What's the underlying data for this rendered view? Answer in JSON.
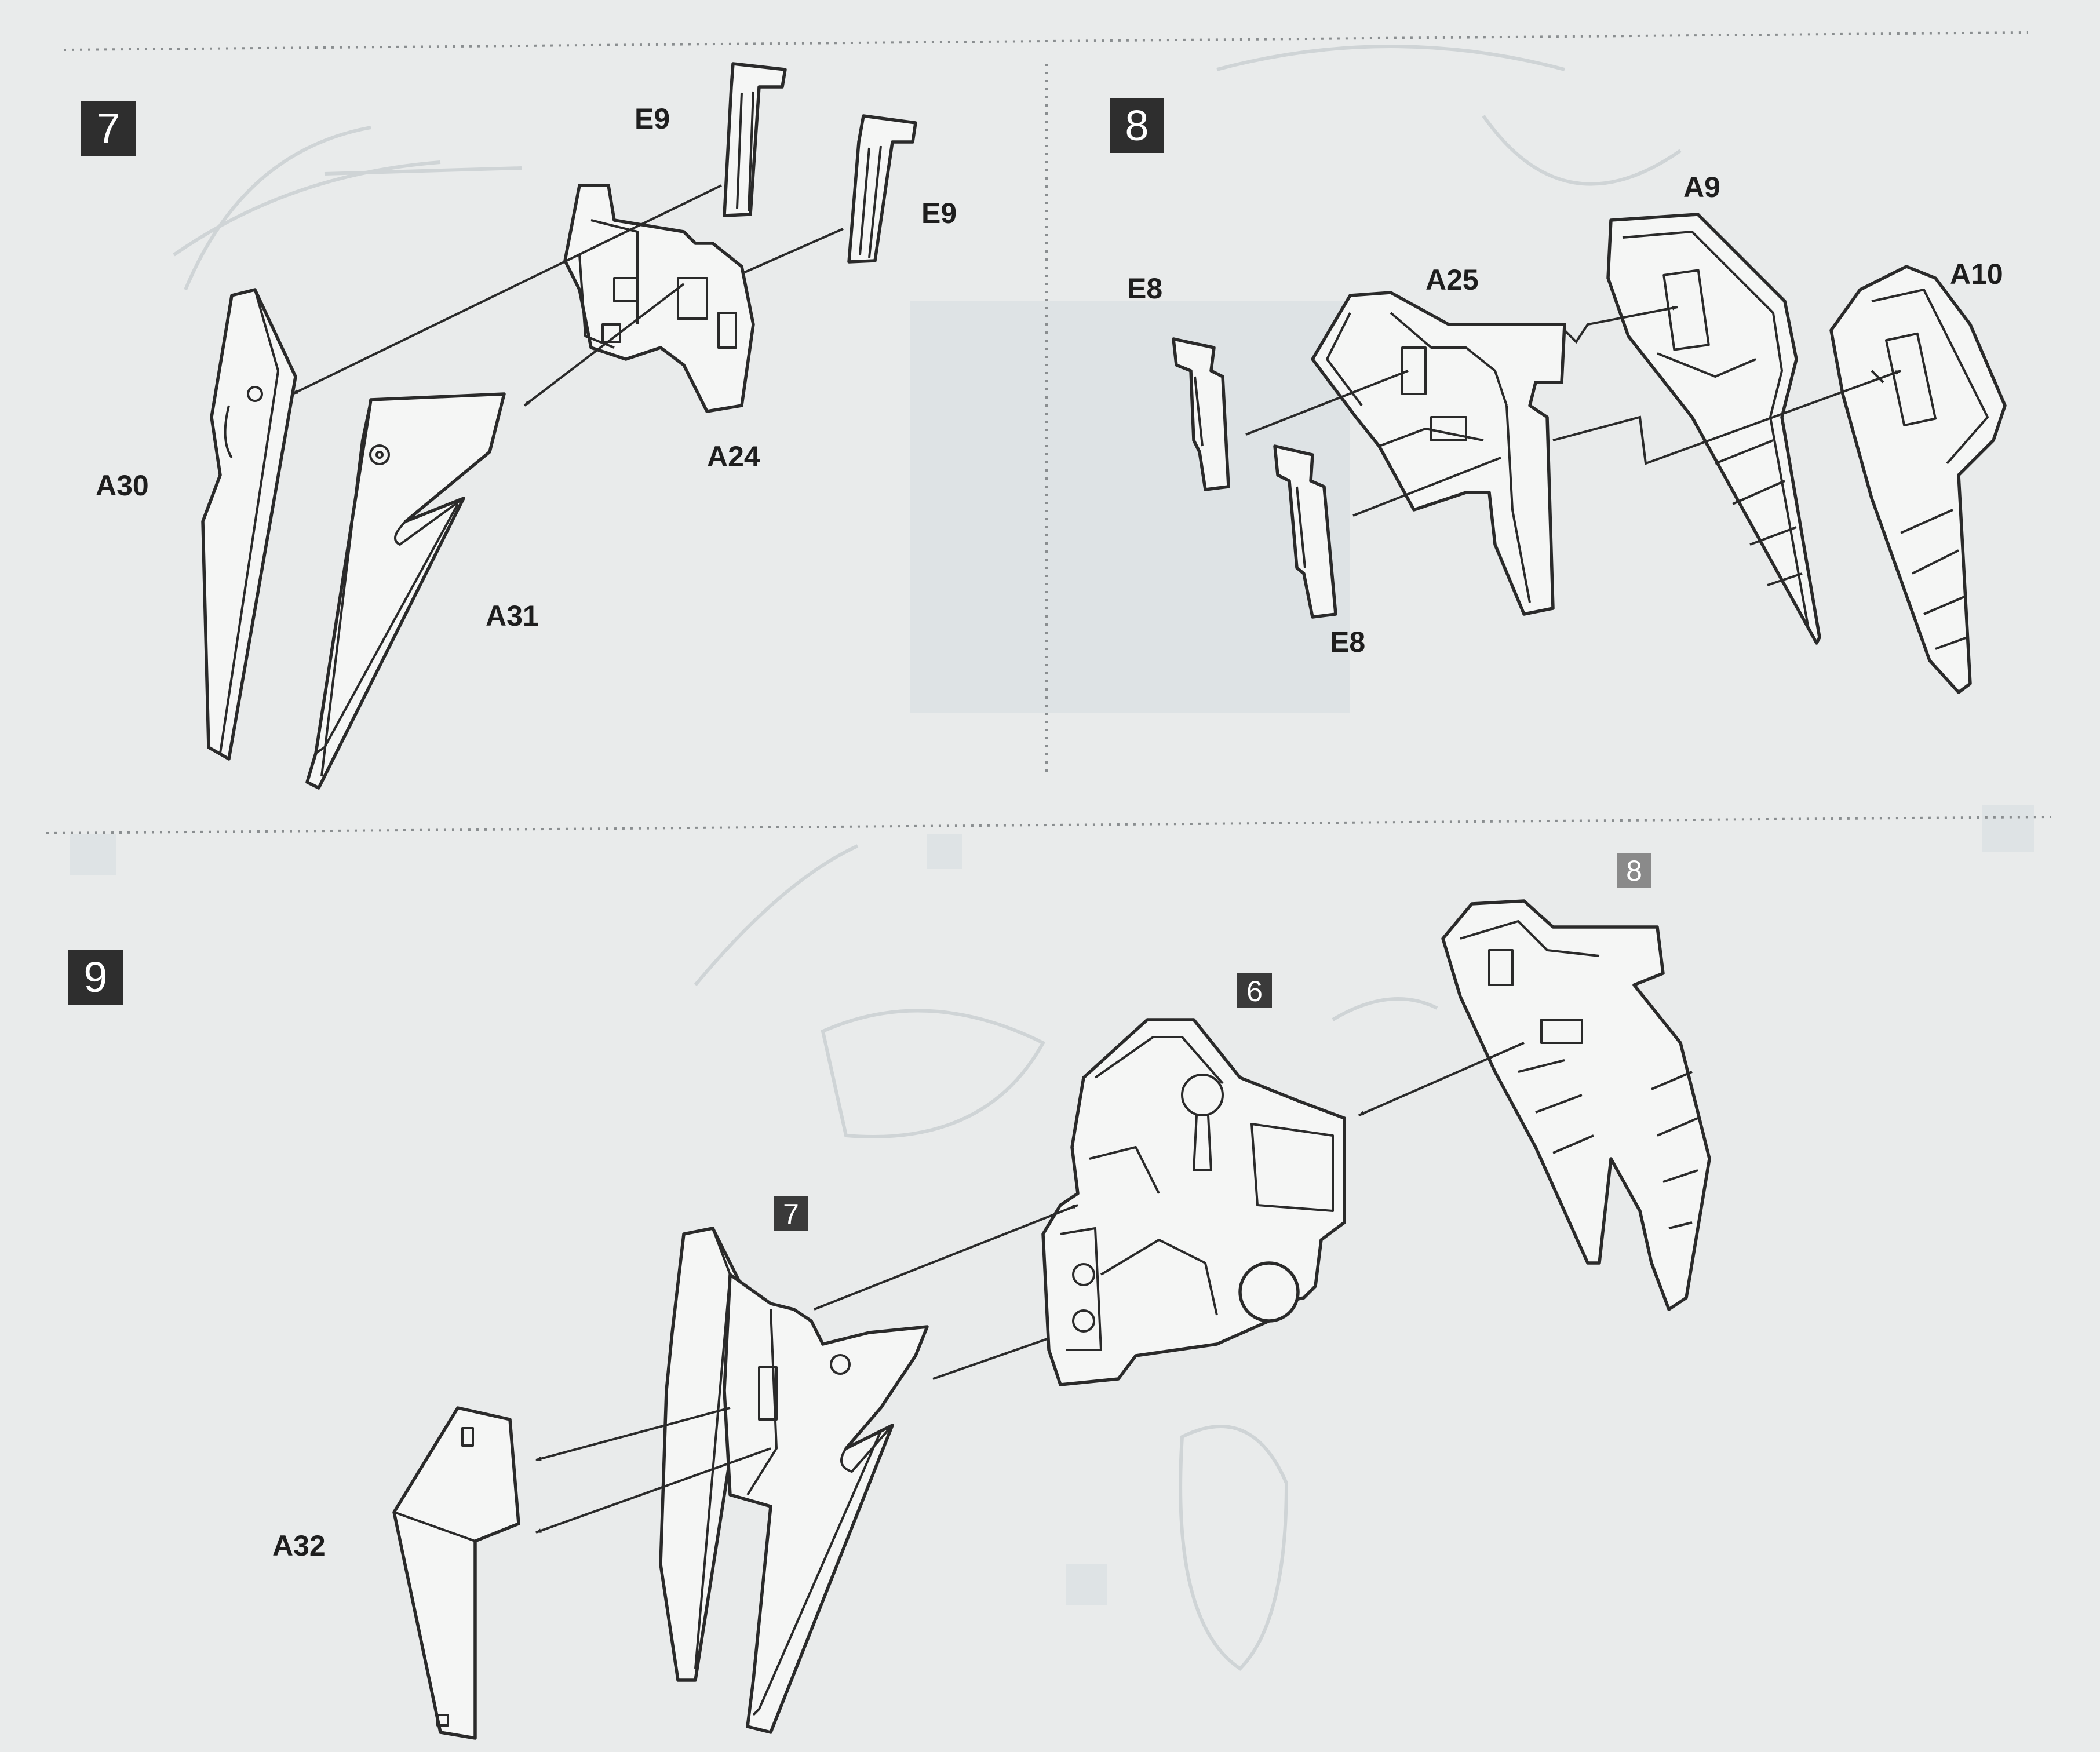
{
  "steps": [
    {
      "number": "7"
    },
    {
      "number": "8"
    },
    {
      "number": "9"
    }
  ],
  "step7": {
    "labels": {
      "e9_a": "E9",
      "e9_b": "E9",
      "a24": "A24",
      "a30": "A30",
      "a31": "A31"
    }
  },
  "step8": {
    "labels": {
      "e8_a": "E8",
      "a25": "A25",
      "a9": "A9",
      "a10": "A10",
      "e8_b": "E8"
    }
  },
  "step9": {
    "refs": {
      "ref8": "8",
      "ref6": "6",
      "ref7": "7"
    },
    "labels": {
      "a32": "A32"
    }
  },
  "colors": {
    "background": "#e9ebeb",
    "ink": "#2a2a2a",
    "step_box": "#2e2e2e"
  }
}
